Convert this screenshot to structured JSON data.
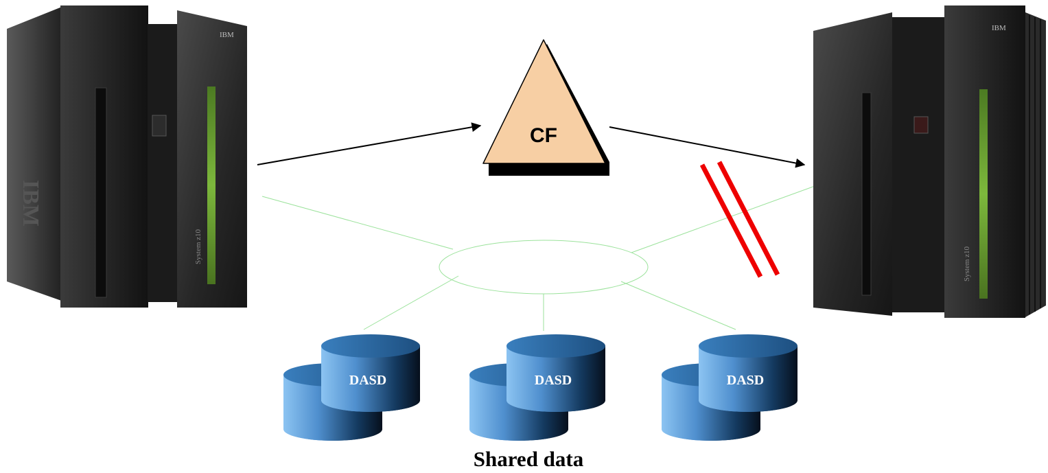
{
  "diagram": {
    "caption": "Shared data",
    "coupling_facility": {
      "label": "CF"
    },
    "systems": [
      {
        "logo": "IBM",
        "side_logo": "IBM",
        "model": "System z10"
      },
      {
        "logo": "IBM",
        "model": "System z10"
      }
    ],
    "storage": [
      {
        "label": "DASD"
      },
      {
        "label": "DASD"
      },
      {
        "label": "DASD"
      }
    ],
    "colors": {
      "link": "#000000",
      "network": "#9be29b",
      "failure": "#ee0000",
      "cf_fill": "#f7cfa4",
      "disk_top": "#2f6fa8",
      "disk_body_light": "#5f9fd8",
      "disk_body_dark": "#0b2238"
    },
    "icons": {
      "server": "mainframe-server-icon",
      "cf": "coupling-facility-triangle-icon",
      "disk": "dasd-cylinder-icon",
      "failure": "broken-link-icon"
    }
  }
}
